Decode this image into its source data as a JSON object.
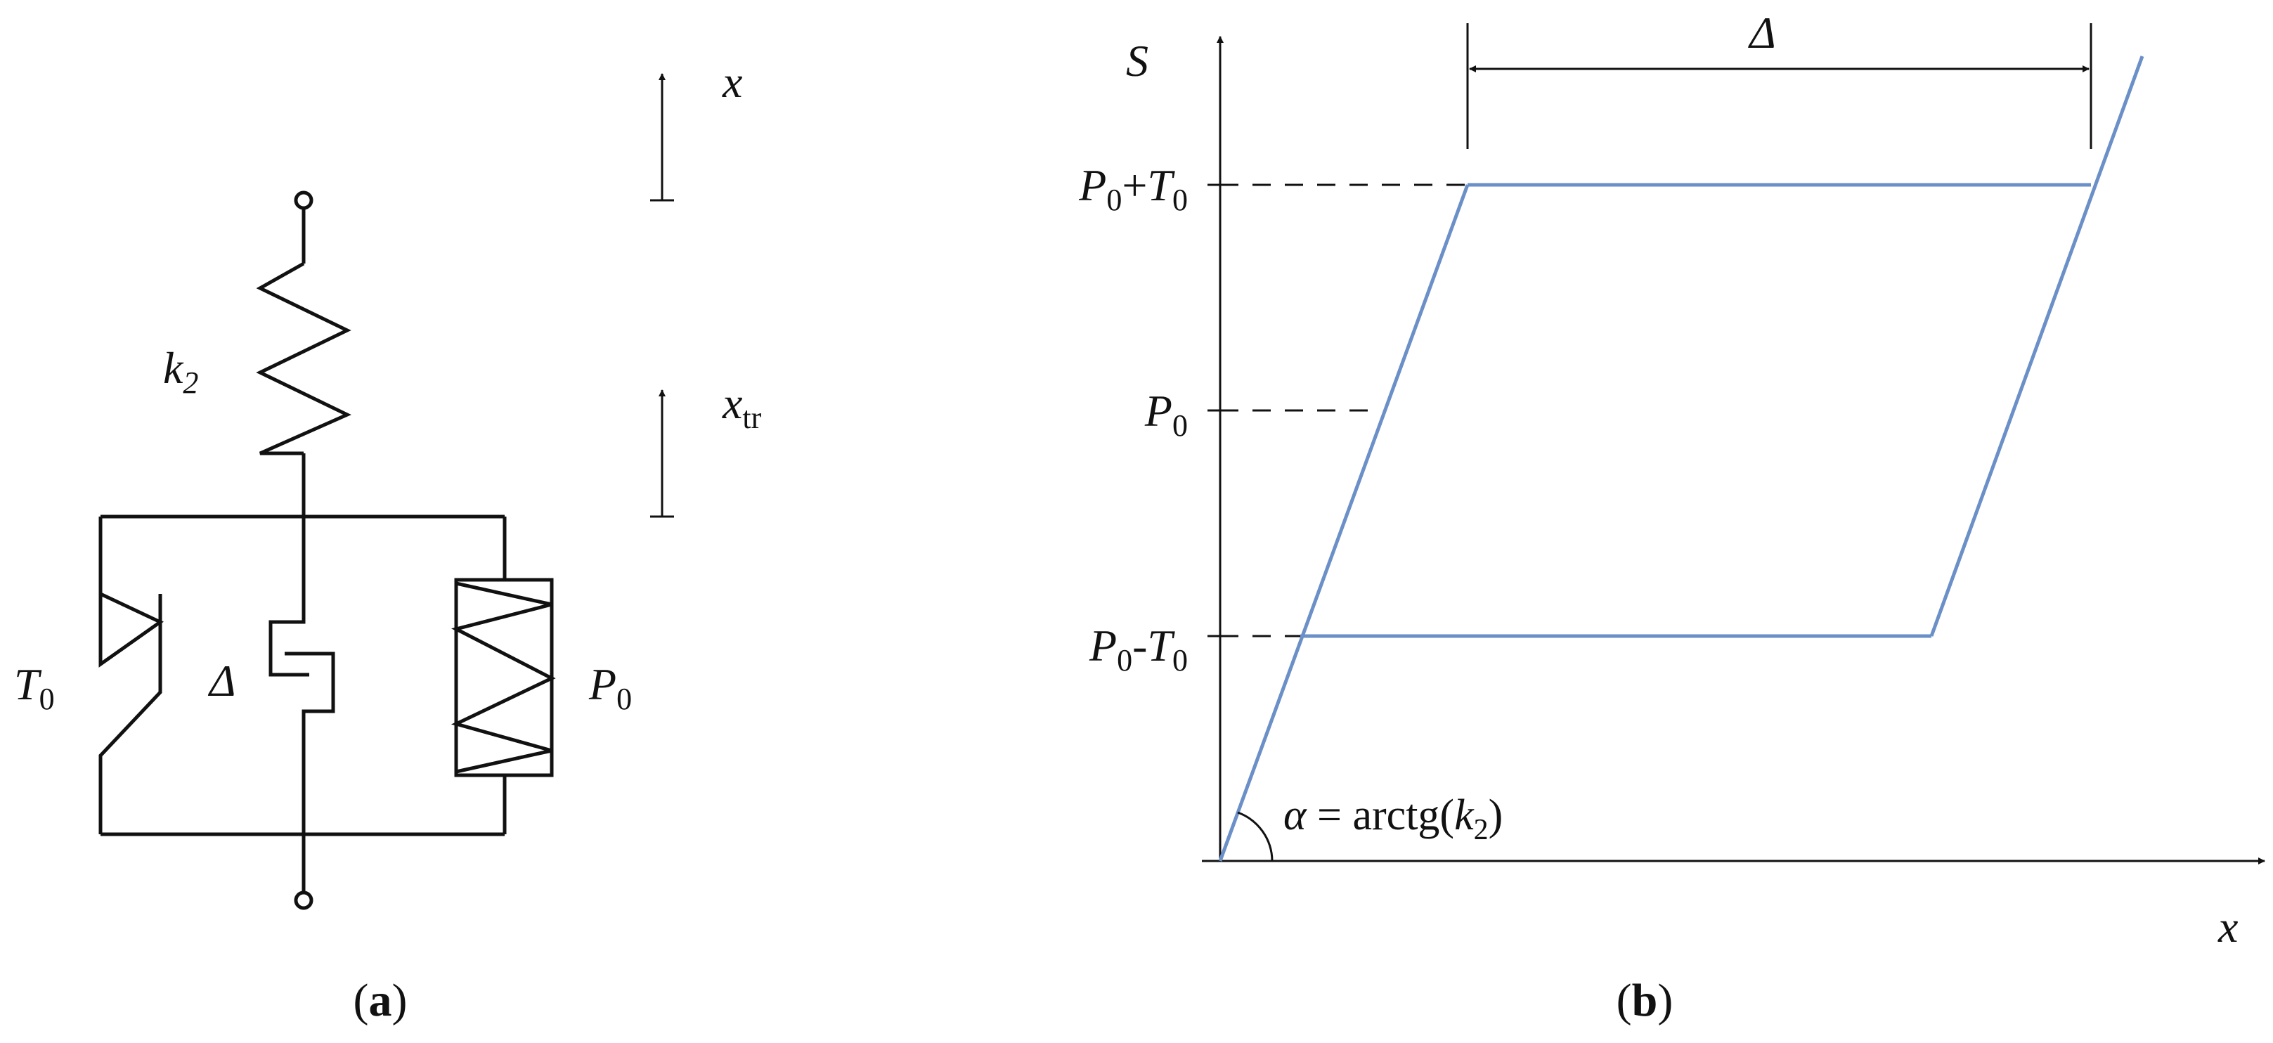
{
  "panel_a": {
    "caption": {
      "open": "(",
      "letter": "a",
      "close": ")"
    },
    "labels": {
      "spring": {
        "main": "k",
        "sub": "2"
      },
      "friction": {
        "main": "T",
        "sub": "0"
      },
      "gap": "Δ",
      "preload": {
        "main": "P",
        "sub": "0"
      },
      "disp_x": "x",
      "disp_xtr": {
        "main": "x",
        "sub": "tr"
      }
    }
  },
  "panel_b": {
    "caption": {
      "open": "(",
      "letter": "b",
      "close": ")"
    },
    "axes": {
      "y_label": "S",
      "x_label": "x"
    },
    "y_ticks": {
      "upper": {
        "p": "P",
        "p_sub": "0",
        "op": "+",
        "t": "T",
        "t_sub": "0"
      },
      "middle": {
        "p": "P",
        "p_sub": "0"
      },
      "lower": {
        "p": "P",
        "p_sub": "0",
        "op": "-",
        "t": "T",
        "t_sub": "0"
      }
    },
    "width_label": "Δ",
    "angle_label": {
      "alpha": "α",
      "eq": " = arctg(",
      "k": "k",
      "k_sub": "2",
      "close": ")"
    },
    "colors": {
      "loop": "#6b8fc7",
      "ink": "#111111"
    }
  }
}
